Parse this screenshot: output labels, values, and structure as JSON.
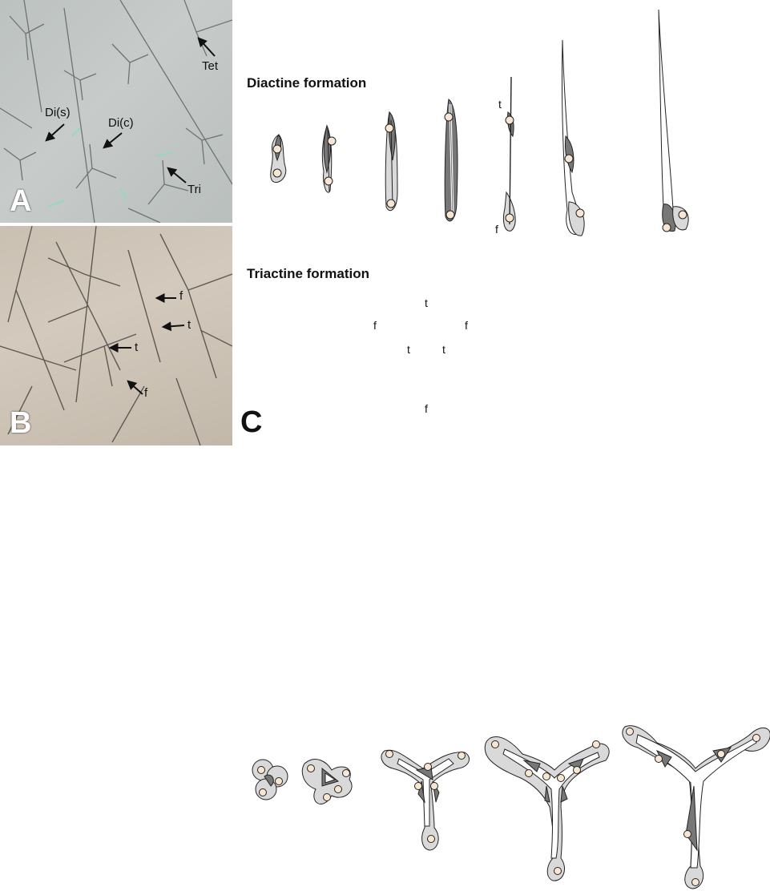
{
  "panel_a": {
    "letter": "A",
    "labels": {
      "tet": "Tet",
      "di_s": "Di(s)",
      "di_c": "Di(c)",
      "tri": "Tri"
    }
  },
  "panel_b": {
    "letter": "B",
    "labels": {
      "f1": "f",
      "t1": "t",
      "t2": "t",
      "f2": "f"
    }
  },
  "panel_c": {
    "letter": "C",
    "diactine_title": "Diactine formation",
    "triactine_title": "Triactine formation",
    "diactine_labels": {
      "t": "t",
      "f": "f"
    },
    "triactine_labels": {
      "t_top": "t",
      "f_left": "f",
      "f_right": "f",
      "t_left": "t",
      "t_right": "t",
      "f_bottom": "f"
    }
  },
  "colors": {
    "cell_dark": "#777777",
    "cell_light": "#d9d9d9",
    "nucleus": "#f7e6d2",
    "spicule": "#ffffff"
  }
}
